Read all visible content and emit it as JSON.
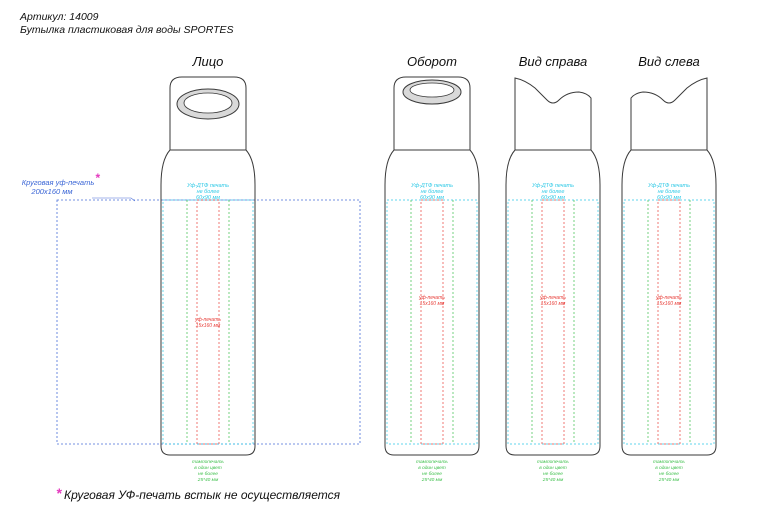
{
  "header": {
    "article": "Артикул: 14009",
    "product": "Бутылка пластиковая для воды SPORTES"
  },
  "views": [
    {
      "title": "Лицо",
      "cap": "loop-front"
    },
    {
      "title": "Оборот",
      "cap": "loop-back"
    },
    {
      "title": "Вид справа",
      "cap": "side-right"
    },
    {
      "title": "Вид слева",
      "cap": "side-left"
    }
  ],
  "print_zones": {
    "dtf": [
      "Уф-ДТФ печать",
      "не более",
      "60х90 мм"
    ],
    "uv": [
      "уф-печать",
      "15х160 мм"
    ],
    "pad": [
      "тампопечать",
      "в один цвет",
      "не более",
      "25*40 мм"
    ]
  },
  "wrap_print": {
    "label": "Круговая уф-печать",
    "size": "200х160 мм",
    "star": "*"
  },
  "footnote": {
    "star": "*",
    "text": "Круговая УФ-печать встык не осуществляется"
  },
  "colors": {
    "outline": "#3a3a3a",
    "dtf": "#2fc9e6",
    "uv": "#e8413c",
    "pad": "#3cbf4a",
    "wrap": "#4a6fd8",
    "star": "#e43bbf",
    "cap_fill": "#d9d9d9"
  }
}
